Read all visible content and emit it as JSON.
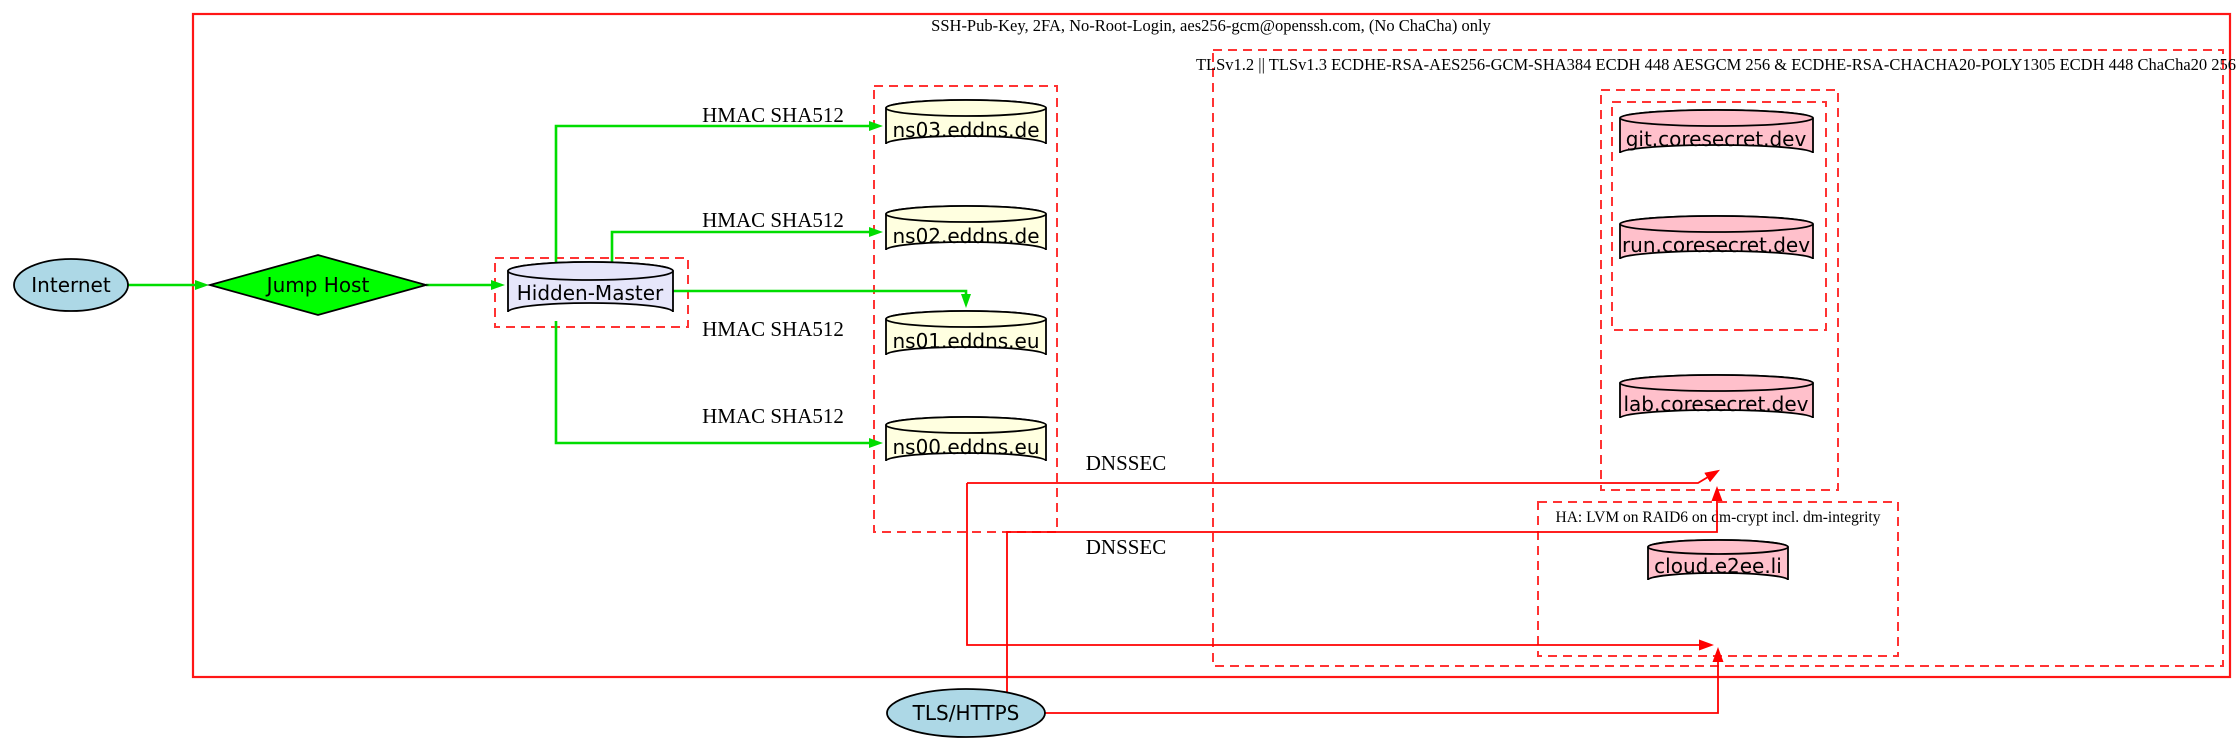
{
  "diagram_type": "network-security-architecture-graph",
  "clusters": {
    "ssh_policy": {
      "label": "SSH-Pub-Key, 2FA, No-Root-Login, aes256-gcm@openssh.com, (No ChaCha) only"
    },
    "tls_policy": {
      "label": "TLSv1.2 || TLSv1.3 ECDHE-RSA-AES256-GCM-SHA384 ECDH 448 AESGCM 256 & ECDHE-RSA-CHACHA20-POLY1305 ECDH 448 ChaCha20 256"
    },
    "ha_storage": {
      "label": "HA: LVM on RAID6 on dm-crypt incl. dm-integrity"
    }
  },
  "nodes": {
    "internet": {
      "label": "Internet",
      "shape": "ellipse",
      "fill": "#add8e6"
    },
    "jump_host": {
      "label": "Jump Host",
      "shape": "diamond",
      "fill": "#00ff00"
    },
    "hidden_master": {
      "label": "Hidden-Master",
      "shape": "cylinder",
      "fill": "#e6e6fa"
    },
    "ns03": {
      "label": "ns03.eddns.de",
      "shape": "cylinder",
      "fill": "#ffffe0"
    },
    "ns02": {
      "label": "ns02.eddns.de",
      "shape": "cylinder",
      "fill": "#ffffe0"
    },
    "ns01": {
      "label": "ns01.eddns.eu",
      "shape": "cylinder",
      "fill": "#ffffe0"
    },
    "ns00": {
      "label": "ns00.eddns.eu",
      "shape": "cylinder",
      "fill": "#ffffe0"
    },
    "git": {
      "label": "git.coresecret.dev",
      "shape": "cylinder",
      "fill": "#ffc0cb"
    },
    "run": {
      "label": "run.coresecret.dev",
      "shape": "cylinder",
      "fill": "#ffc0cb"
    },
    "lab": {
      "label": "lab.coresecret.dev",
      "shape": "cylinder",
      "fill": "#ffc0cb"
    },
    "cloud": {
      "label": "cloud.e2ee.li",
      "shape": "cylinder",
      "fill": "#ffc0cb"
    },
    "tls_https": {
      "label": "TLS/HTTPS",
      "shape": "ellipse",
      "fill": "#add8e6"
    }
  },
  "edge_labels": {
    "hmac": "HMAC SHA512",
    "dnssec": "DNSSEC"
  },
  "colors": {
    "cluster_border": "#ff3333",
    "outer_border": "#ff1616",
    "edge_secure_transfer_green": "#00dd00",
    "edge_dnssec_tls_red": "#ff0000",
    "node_stroke": "#000000",
    "background": "#ffffff"
  }
}
